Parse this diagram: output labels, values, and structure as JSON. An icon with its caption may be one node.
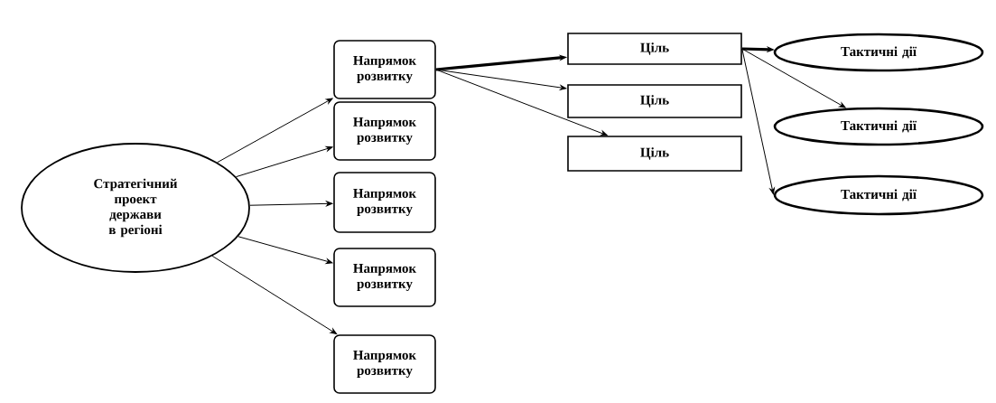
{
  "diagram": {
    "nodes": [
      {
        "text": [
          "Стратегічний проект держави в регіоні"
        ]
      },
      {
        "text": [
          "Напрямок розвитку"
        ]
      },
      {
        "text": [
          "Напрямок розвитку"
        ]
      },
      {
        "text": [
          "Напрямок розвитку"
        ]
      },
      {
        "text": [
          "Напрямок розвитку"
        ]
      },
      {
        "text": [
          "Напрямок розвитку"
        ]
      },
      {
        "text": [
          "Ціль"
        ]
      },
      {
        "text": [
          "Ціль"
        ]
      },
      {
        "text": [
          "Ціль"
        ]
      },
      {
        "text": [
          "Тактичні дії"
        ]
      },
      {
        "text": [
          "Тактичні дії"
        ]
      },
      {
        "text": [
          "Тактичні дії"
        ]
      }
    ],
    "edges": [
      {
        "from": 0,
        "to": 1,
        "arrow": "to"
      },
      {
        "from": 0,
        "to": 2,
        "arrow": "to"
      },
      {
        "from": 0,
        "to": 3,
        "arrow": "to"
      },
      {
        "from": 0,
        "to": 4,
        "arrow": "to"
      },
      {
        "from": 0,
        "to": 5,
        "arrow": "to"
      },
      {
        "from": 1,
        "to": 6,
        "arrow": "to",
        "style": "thick"
      },
      {
        "from": 1,
        "to": 7,
        "arrow": "to"
      },
      {
        "from": 1,
        "to": 8,
        "arrow": "to"
      },
      {
        "from": 6,
        "to": 9,
        "arrow": "to",
        "style": "thick"
      },
      {
        "from": 6,
        "to": 10,
        "arrow": "to"
      },
      {
        "from": 6,
        "to": 11,
        "arrow": "to"
      }
    ]
  }
}
